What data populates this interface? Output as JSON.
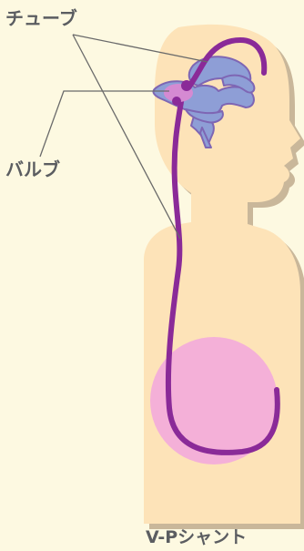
{
  "labels": {
    "tube": "チューブ",
    "bulb": "バルブ",
    "caption": "V-Pシャント"
  },
  "colors": {
    "background": "#fdf9e1",
    "body": "#fde3b8",
    "body_shadow": "#c9b79a",
    "stomach": "#f4b0d8",
    "ventricles": "#8e9ed6",
    "ventricles_outline": "#7e66b4",
    "tube": "#8a2a98",
    "bulb": "#d58ad2",
    "leader_line": "#6a6a6a",
    "label_text": "#5b5d61"
  },
  "icons": [
    "brain-ventricles-icon"
  ]
}
